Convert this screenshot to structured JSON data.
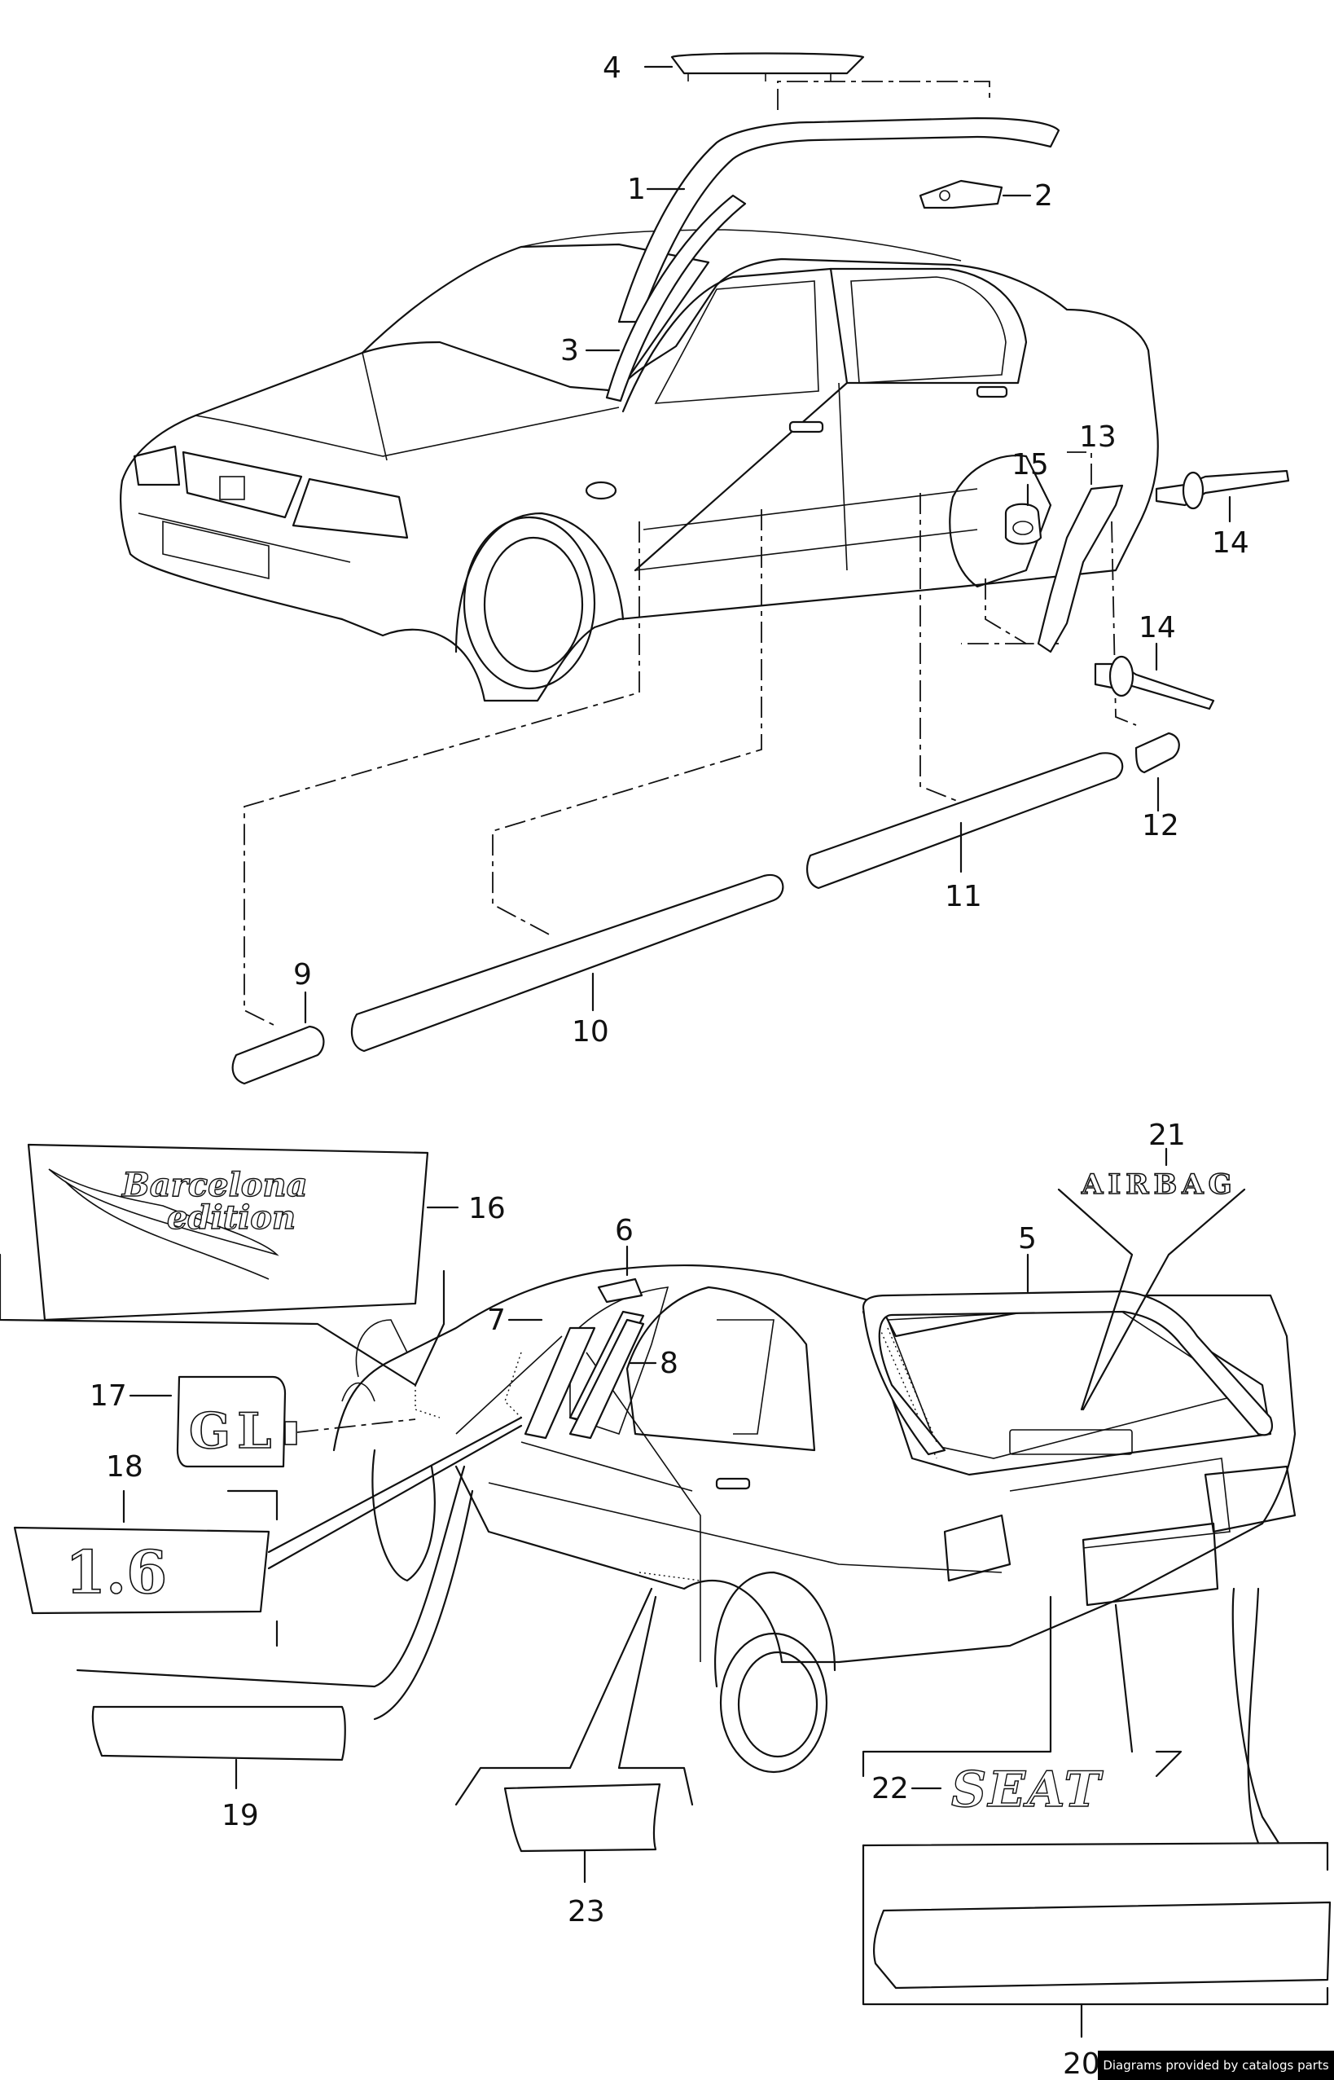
{
  "callouts": {
    "p1": "1",
    "p2": "2",
    "p3": "3",
    "p4": "4",
    "p5": "5",
    "p6": "6",
    "p7": "7",
    "p8": "8",
    "p9": "9",
    "p10": "10",
    "p11": "11",
    "p12": "12",
    "p13": "13",
    "p14a": "14",
    "p14b": "14",
    "p15": "15",
    "p16": "16",
    "p17": "17",
    "p18": "18",
    "p19": "19",
    "p20": "20",
    "p21": "21",
    "p22": "22",
    "p23": "23"
  },
  "badges": {
    "barcelona_line1": "Barcelona",
    "barcelona_line2": "edition",
    "airbag": "AIRBAG",
    "gl": "GL",
    "engine": "1.6",
    "brand": "SEAT"
  },
  "footer": {
    "credit": "Diagrams provided by catalogs parts"
  }
}
